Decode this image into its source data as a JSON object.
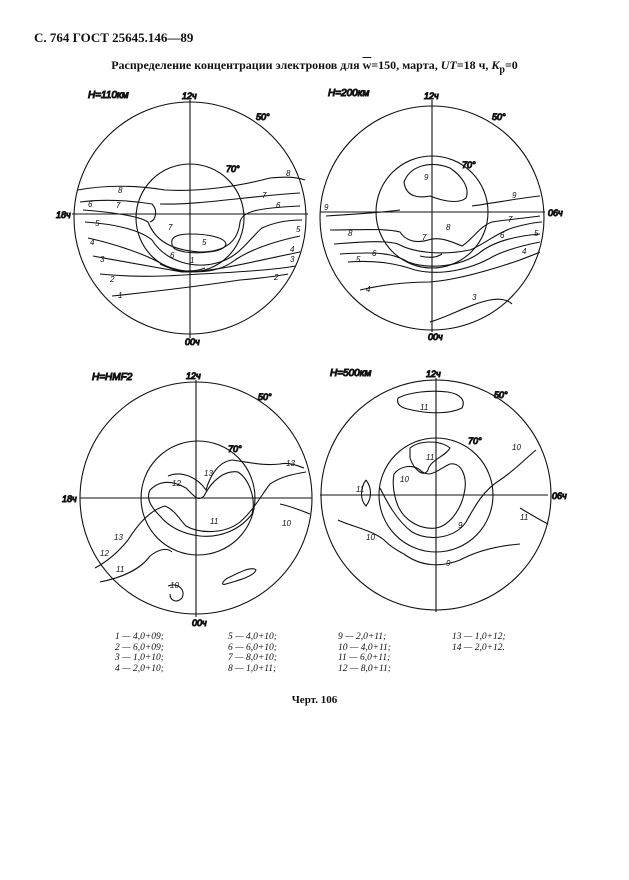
{
  "header": {
    "page_ref": "С. 764 ГОСТ 25645.146—89"
  },
  "title": {
    "prefix": "Распределение концентрации электронов для ",
    "w_symbol": "w",
    "mid": "=150, марта, ",
    "ut": "UT",
    "ut_value": "=18 ч, ",
    "kp": "K",
    "kp_sub": "p",
    "kp_value": "=0"
  },
  "panels": [
    {
      "height_label": "H=110км",
      "noon": "12ч",
      "midnight": "00ч",
      "left_time": "18ч",
      "right_time": "",
      "lat_outer": "50°",
      "lat_inner": "70°"
    },
    {
      "height_label": "H=200км",
      "noon": "12ч",
      "midnight": "00ч",
      "left_time": "",
      "right_time": "06ч",
      "lat_outer": "50°",
      "lat_inner": "70°"
    },
    {
      "height_label": "H=HMF2",
      "noon": "12ч",
      "midnight": "00ч",
      "left_time": "18ч",
      "right_time": "",
      "lat_outer": "50°",
      "lat_inner": "70°"
    },
    {
      "height_label": "H=500км",
      "noon": "12ч",
      "midnight": "",
      "left_time": "",
      "right_time": "06ч",
      "lat_outer": "50°",
      "lat_inner": "70°"
    }
  ],
  "contour_labels": {
    "p1": [
      "8",
      "7",
      "6",
      "5",
      "4",
      "3",
      "2",
      "1",
      "8",
      "7",
      "6",
      "5",
      "4",
      "3",
      "2",
      "1",
      "7",
      "6",
      "5"
    ],
    "p2": [
      "9",
      "9",
      "9",
      "8",
      "7",
      "6",
      "5",
      "4",
      "3",
      "8",
      "7",
      "6",
      "5",
      "4"
    ],
    "p3": [
      "13",
      "13",
      "12",
      "11",
      "10",
      "12",
      "13",
      "11",
      "10"
    ],
    "p4": [
      "11",
      "10",
      "11",
      "11",
      "10",
      "9",
      "9",
      "10",
      "11"
    ]
  },
  "legend": {
    "col1": [
      "1 — 4,0+09;",
      "2 — 6,0+09;",
      "3 — 1,0+10;",
      "4 — 2,0+10;"
    ],
    "col2": [
      "5 — 4,0+10;",
      "6 — 6,0+10;",
      "7 — 8,0+10;",
      "8 — 1,0+11;"
    ],
    "col3": [
      "9 — 2,0+11;",
      "10 — 4,0+11;",
      "11 — 6,0+11;",
      "12 — 8,0+11;"
    ],
    "col4": [
      "13 — 1,0+12;",
      "14 — 2,0+12."
    ]
  },
  "caption": "Черт. 106"
}
